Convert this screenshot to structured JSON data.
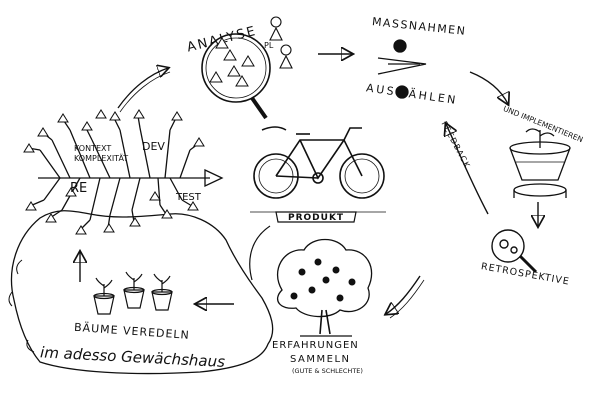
{
  "labels": {
    "analyse": "ANALYSE",
    "massnahmen": "MASSNAHMEN",
    "auswaehlen": "AUSWÄHLEN",
    "umsetzen": "UND IMPLEMENTIEREN",
    "feedback": "FEEDBACK",
    "retrospektive": "RETROSPEKTIVE",
    "produkt": "PRODUKT",
    "erfahrungen": "ERFAHRUNGEN",
    "sammeln": "SAMMELN",
    "gute_schlechte": "(GUTE & SCHLECHTE)",
    "baeume": "BÄUME VEREDELN",
    "gewaechshaus": "im adesso Gewächshaus",
    "kontext": "KONTEXT",
    "komplexitaet": "KOMPLEXITÄT",
    "dev": "DEV",
    "re": "RE",
    "test": "TEST",
    "pl": "PL"
  },
  "colors": {
    "ink": "#111111",
    "paper": "#ffffff"
  }
}
